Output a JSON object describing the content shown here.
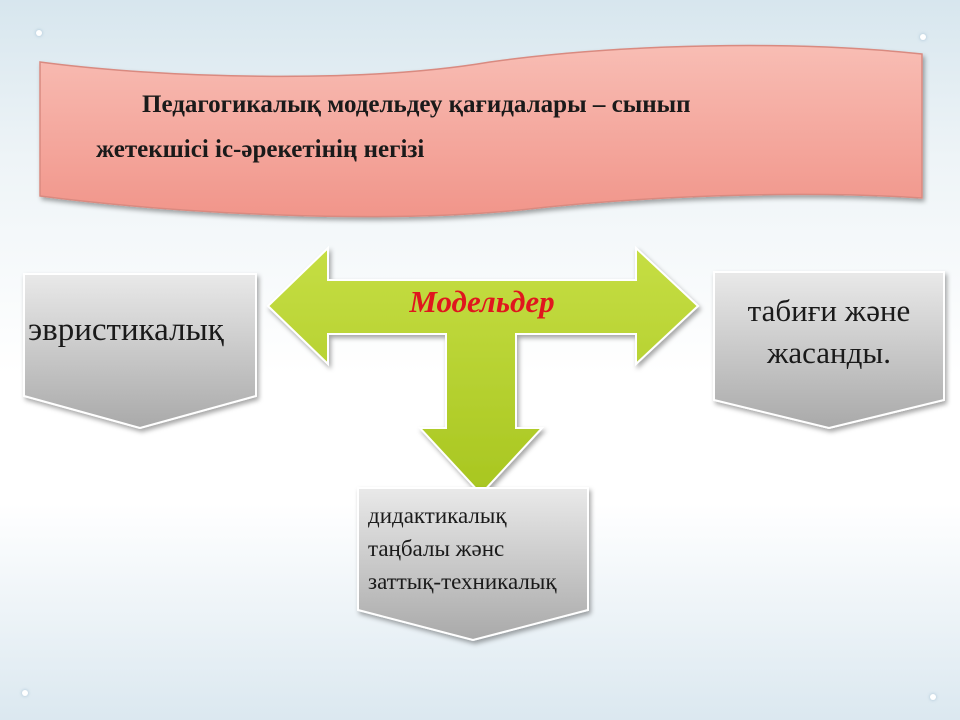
{
  "title": {
    "line1": "Педагогикалық модельдеу қағидалары – сынып",
    "line2": "жетекшісі іс-әрекетінің негізі"
  },
  "center_arrow": {
    "label": "Модельдер"
  },
  "boxes": {
    "left": "эвристикалық",
    "right": [
      "табиғи және",
      "жасанды."
    ],
    "bottom": [
      "дидактикалық",
      "таңбалы жәнс",
      "заттық-техникалық"
    ]
  },
  "colors": {
    "banner_fill": "#f5a9a0",
    "banner_stroke": "#c97a72",
    "arrow_fill": "#b6d22e",
    "arrow_stroke": "#8aa81c",
    "box_fill": "#c9c9c9",
    "label_red": "#e0161e"
  }
}
